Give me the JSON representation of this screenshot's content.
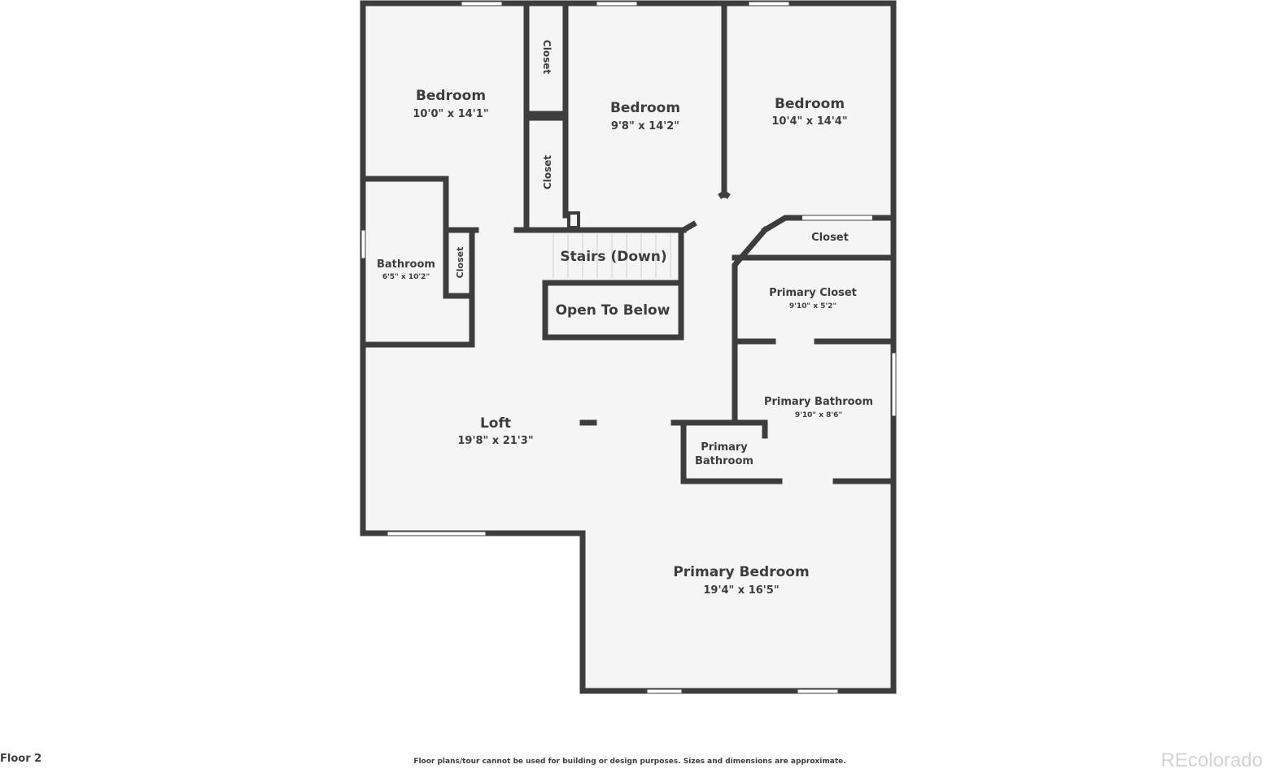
{
  "floor_label": "Floor 2",
  "disclaimer": "Floor plans/tour cannot be used for building or design purposes. Sizes and dimensions are approximate.",
  "watermark": "REcolorado",
  "colors": {
    "wall": "#3d3d3d",
    "floor": "#f5f5f5",
    "window": "#ffffff",
    "text": "#3d3d3d"
  },
  "rooms": {
    "bedroom_nw": {
      "name": "Bedroom",
      "dims": "10'0\" x 14'1\""
    },
    "bedroom_n": {
      "name": "Bedroom",
      "dims": "9'8\" x 14'2\""
    },
    "bedroom_ne": {
      "name": "Bedroom",
      "dims": "10'4\" x 14'4\""
    },
    "closet_1": {
      "name": "Closet"
    },
    "closet_2": {
      "name": "Closet"
    },
    "closet_3": {
      "name": "Closet"
    },
    "closet_4": {
      "name": "Closet"
    },
    "bathroom": {
      "name": "Bathroom",
      "dims": "6'5\" x 10'2\""
    },
    "stairs": {
      "name": "Stairs (Down)"
    },
    "open_below": {
      "name": "Open To Below"
    },
    "primary_closet": {
      "name": "Primary Closet",
      "dims": "9'10\" x 5'2\""
    },
    "primary_bathroom": {
      "name": "Primary Bathroom",
      "dims": "9'10\" x 8'6\""
    },
    "primary_wc": {
      "line1": "Primary",
      "line2": "Bathroom"
    },
    "loft": {
      "name": "Loft",
      "dims": "19'8\" x 21'3\""
    },
    "primary_bedroom": {
      "name": "Primary Bedroom",
      "dims": "19'4\" x 16'5\""
    }
  }
}
